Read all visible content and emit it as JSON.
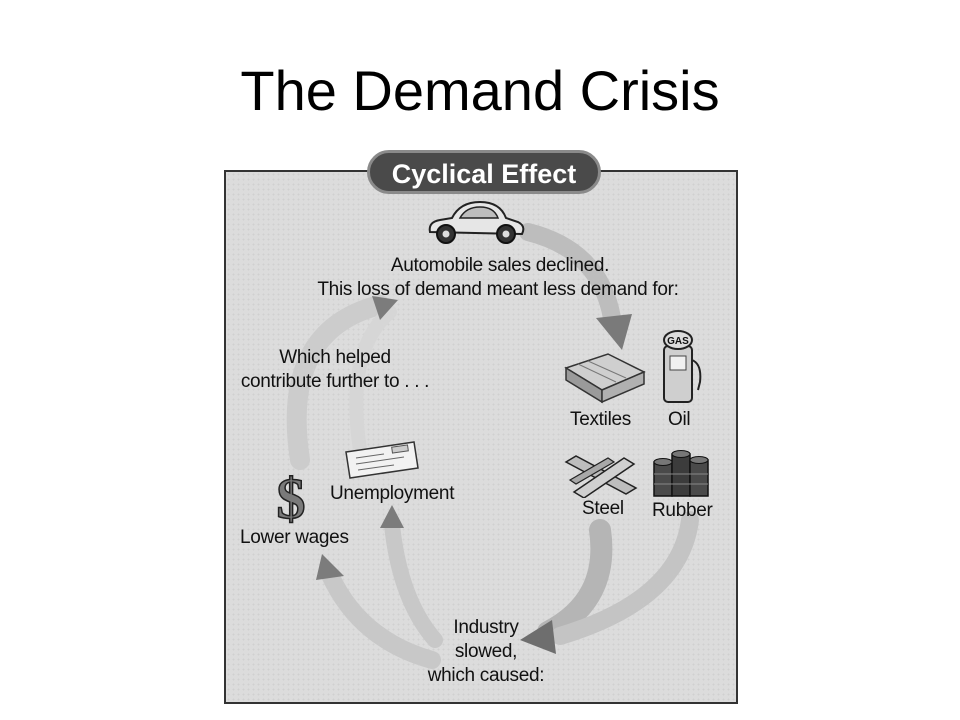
{
  "slide": {
    "title": "The Demand Crisis"
  },
  "diagram": {
    "header": "Cyclical Effect",
    "auto_sales": {
      "line1": "Automobile sales declined.",
      "line2": "This loss of demand meant less demand for:"
    },
    "industries": {
      "textiles": "Textiles",
      "oil": "Oil",
      "steel": "Steel",
      "rubber": "Rubber"
    },
    "industry_slowed": {
      "line1": "Industry",
      "line2": "slowed,",
      "line3": "which caused:"
    },
    "unemployment": "Unemployment",
    "lower_wages": "Lower wages",
    "feedback": {
      "line1": "Which helped",
      "line2": "contribute further to . . ."
    },
    "icon_text": {
      "gas": "GAS",
      "dollar": "$"
    },
    "icons": [
      "car-icon",
      "textiles-icon",
      "gas-pump-icon",
      "steel-beams-icon",
      "rubber-tires-icon",
      "check-icon",
      "dollar-icon"
    ]
  }
}
